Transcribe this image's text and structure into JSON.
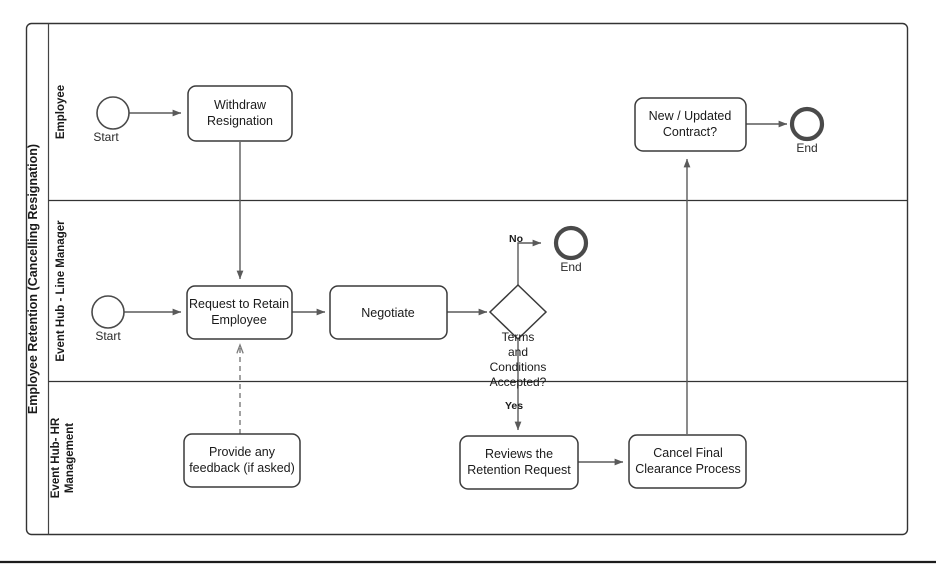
{
  "pool": {
    "title": "Employee Retention (Cancelling Resignation)"
  },
  "lanes": [
    {
      "id": "employee",
      "label": "Employee"
    },
    {
      "id": "line-manager",
      "label": "Event Hub - Line Manager"
    },
    {
      "id": "hr-management",
      "label": "Event Hub- HR",
      "label2": "Management"
    }
  ],
  "nodes": {
    "start_employee": {
      "type": "start-event",
      "label": "Start"
    },
    "withdraw_resignation": {
      "type": "task",
      "line1": "Withdraw",
      "line2": "Resignation"
    },
    "new_updated_contract": {
      "type": "task",
      "line1": "New / Updated",
      "line2": "Contract?"
    },
    "end_employee": {
      "type": "end-event",
      "label": "End"
    },
    "start_manager": {
      "type": "start-event",
      "label": "Start"
    },
    "request_retain": {
      "type": "task",
      "line1": "Request to Retain",
      "line2": "Employee"
    },
    "negotiate": {
      "type": "task",
      "line1": "Negotiate",
      "line2": ""
    },
    "gateway_terms": {
      "type": "gateway",
      "label_line1": "Terms",
      "label_line2": "and",
      "label_line3": "Conditions",
      "label_line4": "Accepted?"
    },
    "end_manager": {
      "type": "end-event",
      "label": "End"
    },
    "provide_feedback": {
      "type": "task",
      "line1": "Provide any",
      "line2": "feedback (if asked)"
    },
    "reviews_retention": {
      "type": "task",
      "line1": "Reviews the",
      "line2": "Retention Request"
    },
    "cancel_clearance": {
      "type": "task",
      "line1": "Cancel Final",
      "line2": "Clearance Process"
    }
  },
  "flow_labels": {
    "no": "No",
    "yes": "Yes"
  },
  "colors": {
    "pool_border": "#333333",
    "shape_border": "#3a3a3a",
    "flow_line": "#5a5a5a",
    "message_flow": "#7a7a7a",
    "text": "#1a1a1a",
    "background": "#ffffff"
  }
}
